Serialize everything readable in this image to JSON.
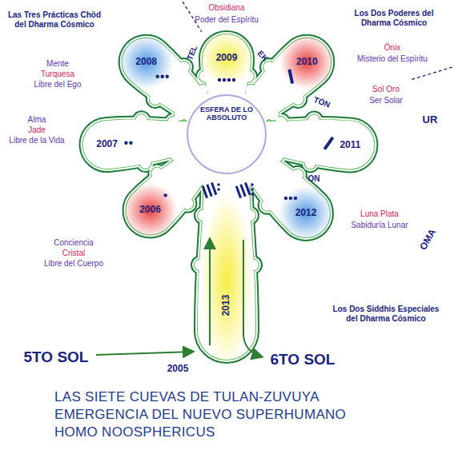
{
  "diagram": {
    "title": "LAS SIETE CUEVAS DE TULAN-ZUVUYA EMERGENCIA DEL NUEVO SUPERHUMANO HOMO NOOSPHERICUS",
    "nodes": [
      {
        "text": [
          "ESFERA DE LO ABSOLUTO"
        ]
      }
    ],
    "labels": [
      "Las Tres Prácticas Chöd del Dharma Cósmico",
      "Mente",
      "Turquesa",
      "Libre del Ego",
      "TEL",
      "Obsidiana",
      "Poder del Espíritu",
      "2009",
      "Los Dos Poderes del Dharma Cósmico",
      "Ónix",
      "Misterio del Espíritu",
      "EK",
      "2008",
      "2010",
      "TÓN",
      "Sol Oro",
      "Ser Solar",
      "UR",
      "2011",
      "Alma",
      "Jade",
      "Libre de la Vida",
      "2007",
      "ON",
      "2012",
      "Luna Plata",
      "Sabiduría Lunar",
      "OMA",
      "2006",
      "Conciencia",
      "Cristal",
      "Libre del Cuerpo",
      "Los Dos Siddhis Especiales del Dharma Cósmico",
      "2013",
      "5TO SOL",
      "2005",
      "6TO SOL"
    ]
  }
}
